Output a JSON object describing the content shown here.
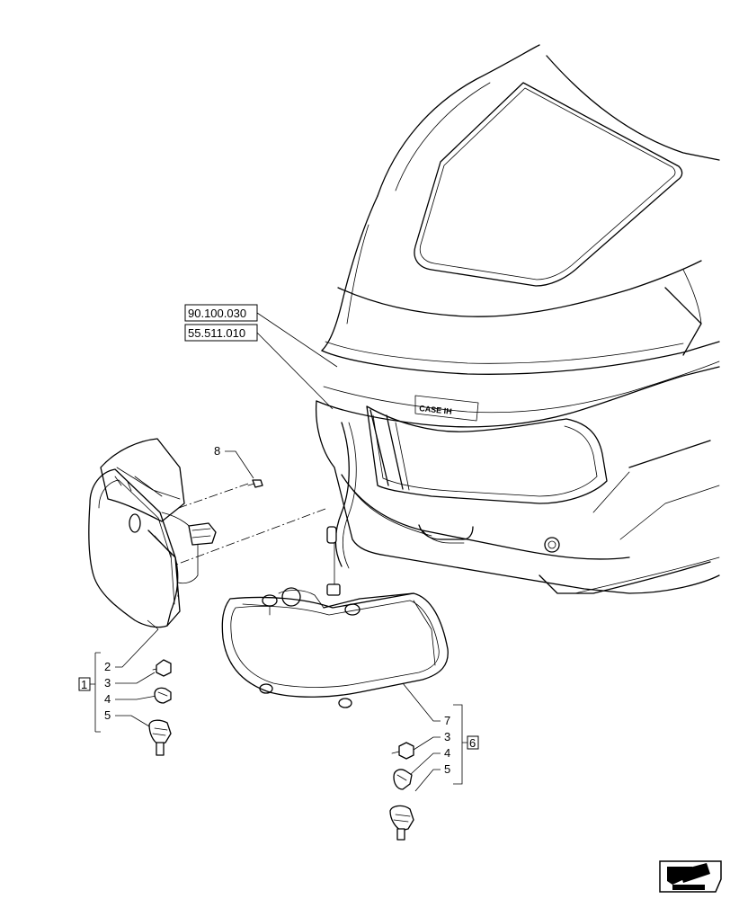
{
  "references": [
    "90.100.030",
    "55.511.010"
  ],
  "brand_logo": "CASE IH",
  "left_group": {
    "box_label": "1",
    "items": [
      "2",
      "3",
      "4",
      "5"
    ]
  },
  "right_group": {
    "box_label": "6",
    "items": [
      "7",
      "3",
      "4",
      "5"
    ]
  },
  "fastener_label": "8",
  "nav_icon": "next-page-arrow-icon"
}
